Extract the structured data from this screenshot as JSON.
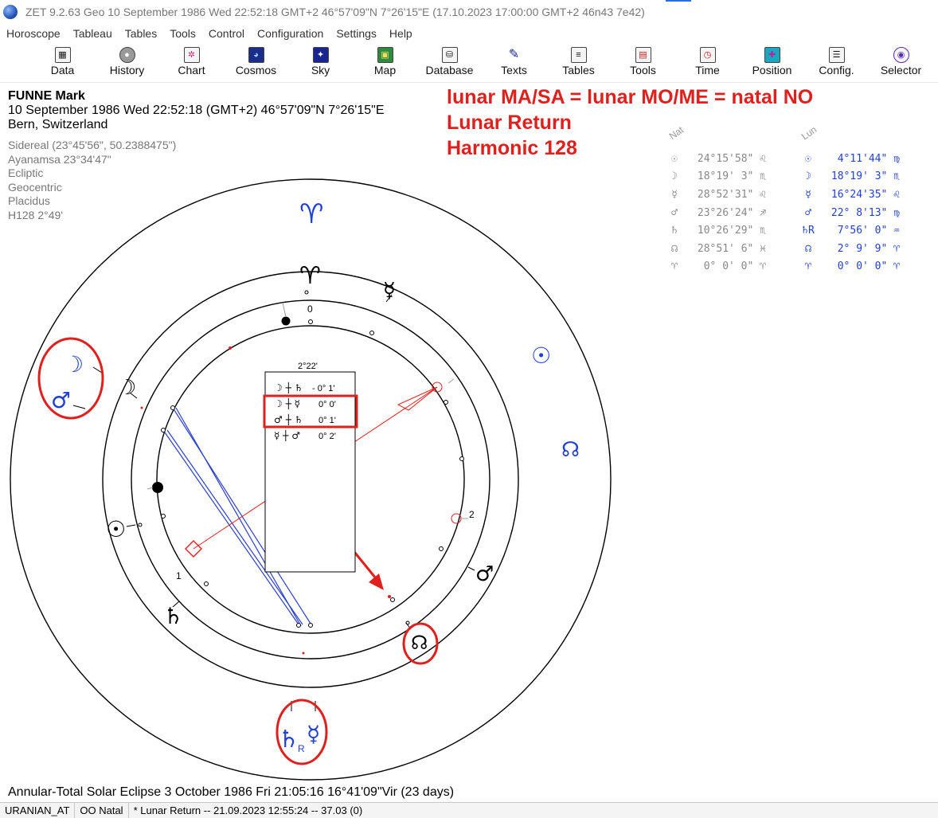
{
  "window": {
    "title": "ZET 9.2.63 Geo    10 September 1986  Wed  22:52:18 GMT+2 46°57'09\"N  7°26'15\"E  (17.10.2023  17:00:00 GMT+2 46n43 7e42)"
  },
  "menu": [
    "Horoscope",
    "Tableau",
    "Tables",
    "Tools",
    "Control",
    "Configuration",
    "Settings",
    "Help"
  ],
  "toolbar": [
    {
      "label": "Data",
      "icon": "data-grid-icon"
    },
    {
      "label": "History",
      "icon": "history-icon"
    },
    {
      "label": "Chart",
      "icon": "chart-wheel-icon"
    },
    {
      "label": "Cosmos",
      "icon": "cosmos-icon"
    },
    {
      "label": "Sky",
      "icon": "sky-icon"
    },
    {
      "label": "Map",
      "icon": "map-icon"
    },
    {
      "label": "Database",
      "icon": "database-icon"
    },
    {
      "label": "Texts",
      "icon": "texts-icon"
    },
    {
      "label": "Tables",
      "icon": "tables-icon"
    },
    {
      "label": "Tools",
      "icon": "tools-icon"
    },
    {
      "label": "Time",
      "icon": "time-icon"
    },
    {
      "label": "Position",
      "icon": "position-icon"
    },
    {
      "label": "Config.",
      "icon": "config-icon"
    },
    {
      "label": "Selector",
      "icon": "selector-icon"
    }
  ],
  "header": {
    "name": "FUNNE Mark",
    "datetime": "10 September 1986  Wed  22:52:18  (GMT+2)  46°57'09\"N  7°26'15\"E",
    "place": "Bern, Switzerland"
  },
  "meta": [
    "Sidereal (23°45'56\", 50.2388475\")",
    "Ayanamsa 23°34'47\"",
    "Ecliptic",
    "Geocentric",
    "Placidus",
    "H128   2°49'"
  ],
  "annotation": [
    "lunar MA/SA = lunar MO/ME = natal NO",
    "Lunar Return",
    "Harmonic 128"
  ],
  "colors": {
    "natal": "#000000",
    "lunar": "#1f3fd6",
    "highlight": "#e0201c",
    "aspect_blue": "#2b3fd0",
    "aspect_red": "#e0201c"
  },
  "chart": {
    "axis_labels": {
      "zero": "0",
      "one": "1",
      "two": "2"
    },
    "inner_box": {
      "header": "2°22'",
      "rows": [
        {
          "glyphs": "☽ ┼ ♄",
          "value": "- 0° 1'"
        },
        {
          "glyphs": "☽ ┼ ☿",
          "value": "0° 0'"
        },
        {
          "glyphs": "♂ ┼ ♄",
          "value": "0° 1'"
        },
        {
          "glyphs": "☿ ┼ ♂",
          "value": "0° 2'"
        }
      ]
    },
    "glyphs": {
      "aries_outer": "♈",
      "aries_inner": "♈",
      "natal_mercury": "☿",
      "natal_moon": "☽",
      "natal_sun": "☉",
      "natal_saturn": "♄",
      "natal_mars": "♂",
      "natal_node": "☊",
      "lunar_moon": "☽",
      "lunar_mars": "♂",
      "lunar_sun": "☉",
      "lunar_node": "☊",
      "lunar_saturn": "♄",
      "lunar_saturn_r": "R",
      "lunar_mercury": "☿"
    }
  },
  "positions": {
    "nat_head": "Nat",
    "lun_head": "Lun",
    "rows": [
      {
        "nat_glyph": "☉",
        "nat_pos": "24°15'58\" ♌",
        "lun_glyph": "☉",
        "lun_pos": "4°11'44\" ♍"
      },
      {
        "nat_glyph": "☽",
        "nat_pos": "18°19' 3\" ♏",
        "lun_glyph": "☽",
        "lun_pos": "18°19' 3\" ♏"
      },
      {
        "nat_glyph": "☿",
        "nat_pos": "28°52'31\" ♌",
        "lun_glyph": "☿",
        "lun_pos": "16°24'35\" ♌"
      },
      {
        "nat_glyph": "♂",
        "nat_pos": "23°26'24\" ♐",
        "lun_glyph": "♂",
        "lun_pos": "22° 8'13\" ♍"
      },
      {
        "nat_glyph": "♄",
        "nat_pos": "10°26'29\" ♏",
        "lun_glyph": "♄R",
        "lun_pos": "7°56' 0\" ♒"
      },
      {
        "nat_glyph": "☊",
        "nat_pos": "28°51' 6\" ♓",
        "lun_glyph": "☊",
        "lun_pos": "2° 9' 9\" ♈"
      },
      {
        "nat_glyph": "♈",
        "nat_pos": "0° 0' 0\" ♈",
        "lun_glyph": "♈",
        "lun_pos": "0° 0' 0\" ♈"
      }
    ]
  },
  "footer": {
    "eclipse": "Annular-Total Solar Eclipse 3 October 1986 Fri 21:05:16 16°41'09\"Vir (23 days)"
  },
  "status": [
    "URANIAN_AT",
    "OO Natal",
    "*  Lunar Return -- 21.09.2023 12:55:24 -- 37.03 (0)"
  ]
}
